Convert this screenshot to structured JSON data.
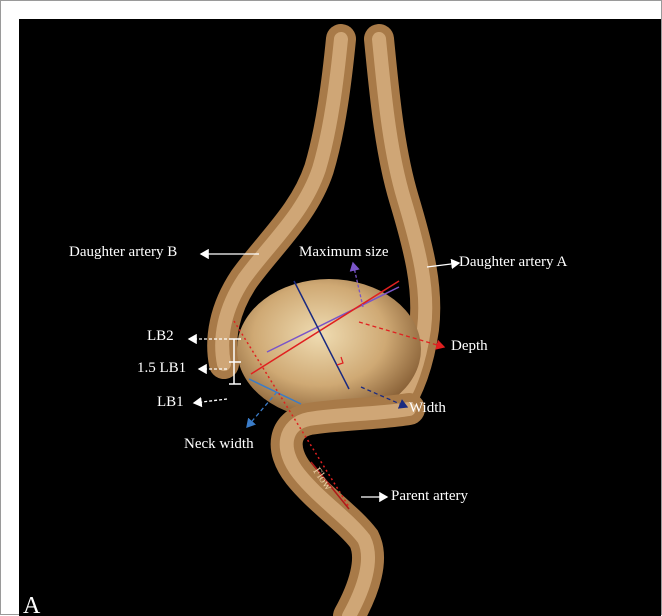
{
  "figure": {
    "panel_letter": "A",
    "labels": {
      "daughter_artery_b": "Daughter artery B",
      "maximum_size": "Maximum size",
      "daughter_artery_a": "Daughter artery A",
      "lb2": "LB2",
      "depth": "Depth",
      "lb1_1_5": "1.5 LB1",
      "lb1": "LB1",
      "width": "Width",
      "neck_width": "Neck width",
      "flow": "Flow",
      "parent_artery": "Parent artery"
    },
    "colors": {
      "vessel": "#c89a64",
      "aneurysm": "#d9bf8e",
      "background": "#000000",
      "red_line": "#e02020",
      "purple_line": "#7a55c8",
      "navy_line": "#1a2a80",
      "blue_line": "#3a7cc8"
    }
  }
}
